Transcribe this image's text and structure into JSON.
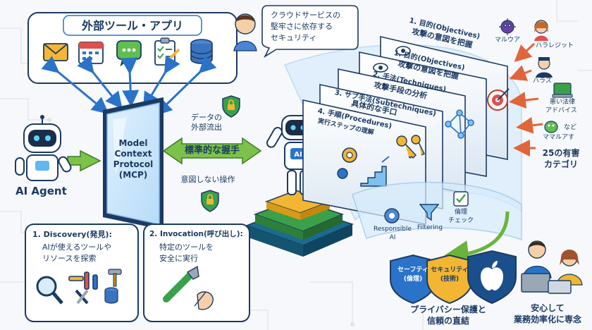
{
  "tools_box": {
    "title": "外部ツール・アプリ",
    "icons": [
      "mail-icon",
      "calendar-icon",
      "chat-icon",
      "checklist-icon",
      "database-icon"
    ]
  },
  "agent": {
    "label": "AI Agent",
    "icon": "robot-icon"
  },
  "mcp": {
    "line1": "Model",
    "line2": "Context",
    "line3": "Protocol",
    "line4": "(MCP)"
  },
  "handshake": {
    "label": "標準的な握手",
    "data_leak_line1": "データの",
    "data_leak_line2": "外部流出",
    "unintended_op": "意図しない操作"
  },
  "cloud_bubble": {
    "line1": "クラウドサービスの",
    "line2": "堅牢さに依存する",
    "line3": "セキュリティ"
  },
  "panels": [
    {
      "title_line1": "1. 目的(Objectives)",
      "title_line2": "攻撃の意図を把握"
    },
    {
      "title_line1": "1. 目的(Objectives)",
      "title_line2": "攻撃の意図を把握"
    },
    {
      "title_line1": "2. 手法(Techniques)",
      "title_line2": "攻撃手段の分析"
    },
    {
      "title_line1": "3. サブ手法(Subtechniques)",
      "title_line2": "具体的な手口"
    },
    {
      "title_line1": "4. 手順(Procedures)",
      "title_line2": "実行ステップの理解"
    }
  ],
  "threats": {
    "items": [
      {
        "label": "マルウア",
        "icon": "virus-icon"
      },
      {
        "label": "ハラレジット",
        "icon": "woman-icon"
      },
      {
        "label": "ハラス",
        "icon": "bully-icon"
      },
      {
        "label_line1": "悪い法律",
        "label_line2": "アドバイス",
        "icon": "laptop-icon"
      },
      {
        "label_line1": "など",
        "label_line2": "ママルアす",
        "icon": "bug-icon"
      }
    ],
    "summary_line1": "25の有害",
    "summary_line2": "カテゴリ"
  },
  "filters": {
    "responsible_line1": "Responsible",
    "responsible_line2": "AI",
    "filtering": "Filtering",
    "ethics_line1": "倫理",
    "ethics_line2": "チェック"
  },
  "shields": {
    "safety_line1": "セーフティ",
    "safety_line2": "(倫理)",
    "security_line1": "セキュリティ",
    "security_line2": "(技術)",
    "apple_icon": "apple-icon",
    "caption_line1": "プライバシー保護と",
    "caption_line2": "信頼の直結"
  },
  "users": {
    "caption_line1": "安心して",
    "caption_line2": "業務効率化に専念"
  },
  "discovery": {
    "title": "1. Discovery(発見):",
    "line1": "AIが使えるツールや",
    "line2": "リソースを探索"
  },
  "invocation": {
    "title": "2. Invocation(呼び出し):",
    "line1": "特定のツールを",
    "line2": "安全に実行"
  },
  "colors": {
    "navy": "#1b3a63",
    "accent_blue": "#2a73c9",
    "green_arrow": "#7cc24a",
    "orange_arrow": "#e0653a",
    "gold": "#f2b632"
  }
}
